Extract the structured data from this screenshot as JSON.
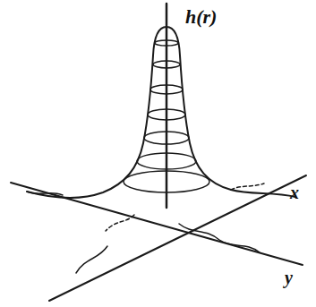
{
  "diagram": {
    "labels": [
      "h(r)",
      "x",
      "y"
    ]
  }
}
